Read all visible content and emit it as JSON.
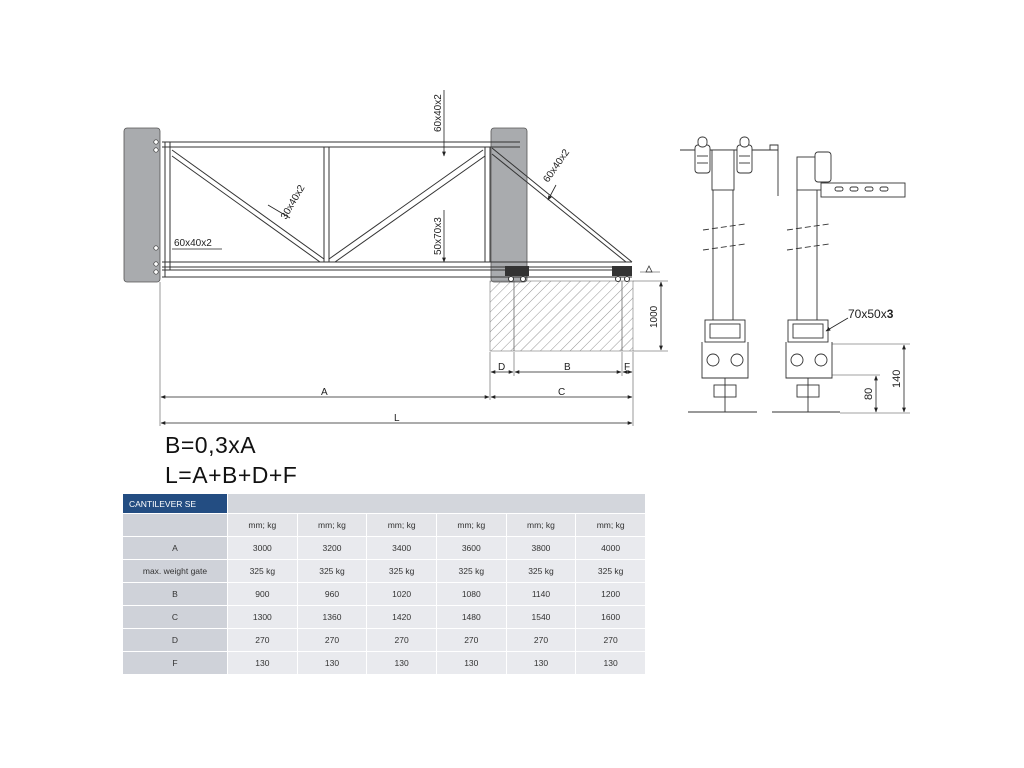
{
  "drawing": {
    "labels": {
      "top_rail": "60x40x2",
      "diagonal": "30x40x2",
      "bottom_rail": "60x40x2",
      "upright": "50x70x3",
      "tail_diagonal": "60x40x2",
      "height_1000": "1000",
      "dim_a": "A",
      "dim_b": "B",
      "dim_c": "C",
      "dim_d": "D",
      "dim_f": "F",
      "dim_l": "L",
      "profile_prefix": "70x50x",
      "profile_bold": "3",
      "dim_80": "80",
      "dim_140": "140"
    }
  },
  "formulas": {
    "b": "B=0,3xA",
    "l": "L=A+B+D+F"
  },
  "table": {
    "title": "CANTILEVER SE",
    "units": [
      "mm; kg",
      "mm; kg",
      "mm; kg",
      "mm; kg",
      "mm; kg",
      "mm; kg"
    ],
    "rows": [
      {
        "label": "A",
        "values": [
          "3000",
          "3200",
          "3400",
          "3600",
          "3800",
          "4000"
        ]
      },
      {
        "label": "max. weight gate",
        "values": [
          "325 kg",
          "325 kg",
          "325 kg",
          "325 kg",
          "325 kg",
          "325 kg"
        ]
      },
      {
        "label": "B",
        "values": [
          "900",
          "960",
          "1020",
          "1080",
          "1140",
          "1200"
        ]
      },
      {
        "label": "C",
        "values": [
          "1300",
          "1360",
          "1420",
          "1480",
          "1540",
          "1600"
        ]
      },
      {
        "label": "D",
        "values": [
          "270",
          "270",
          "270",
          "270",
          "270",
          "270"
        ]
      },
      {
        "label": "F",
        "values": [
          "130",
          "130",
          "130",
          "130",
          "130",
          "130"
        ]
      }
    ]
  }
}
